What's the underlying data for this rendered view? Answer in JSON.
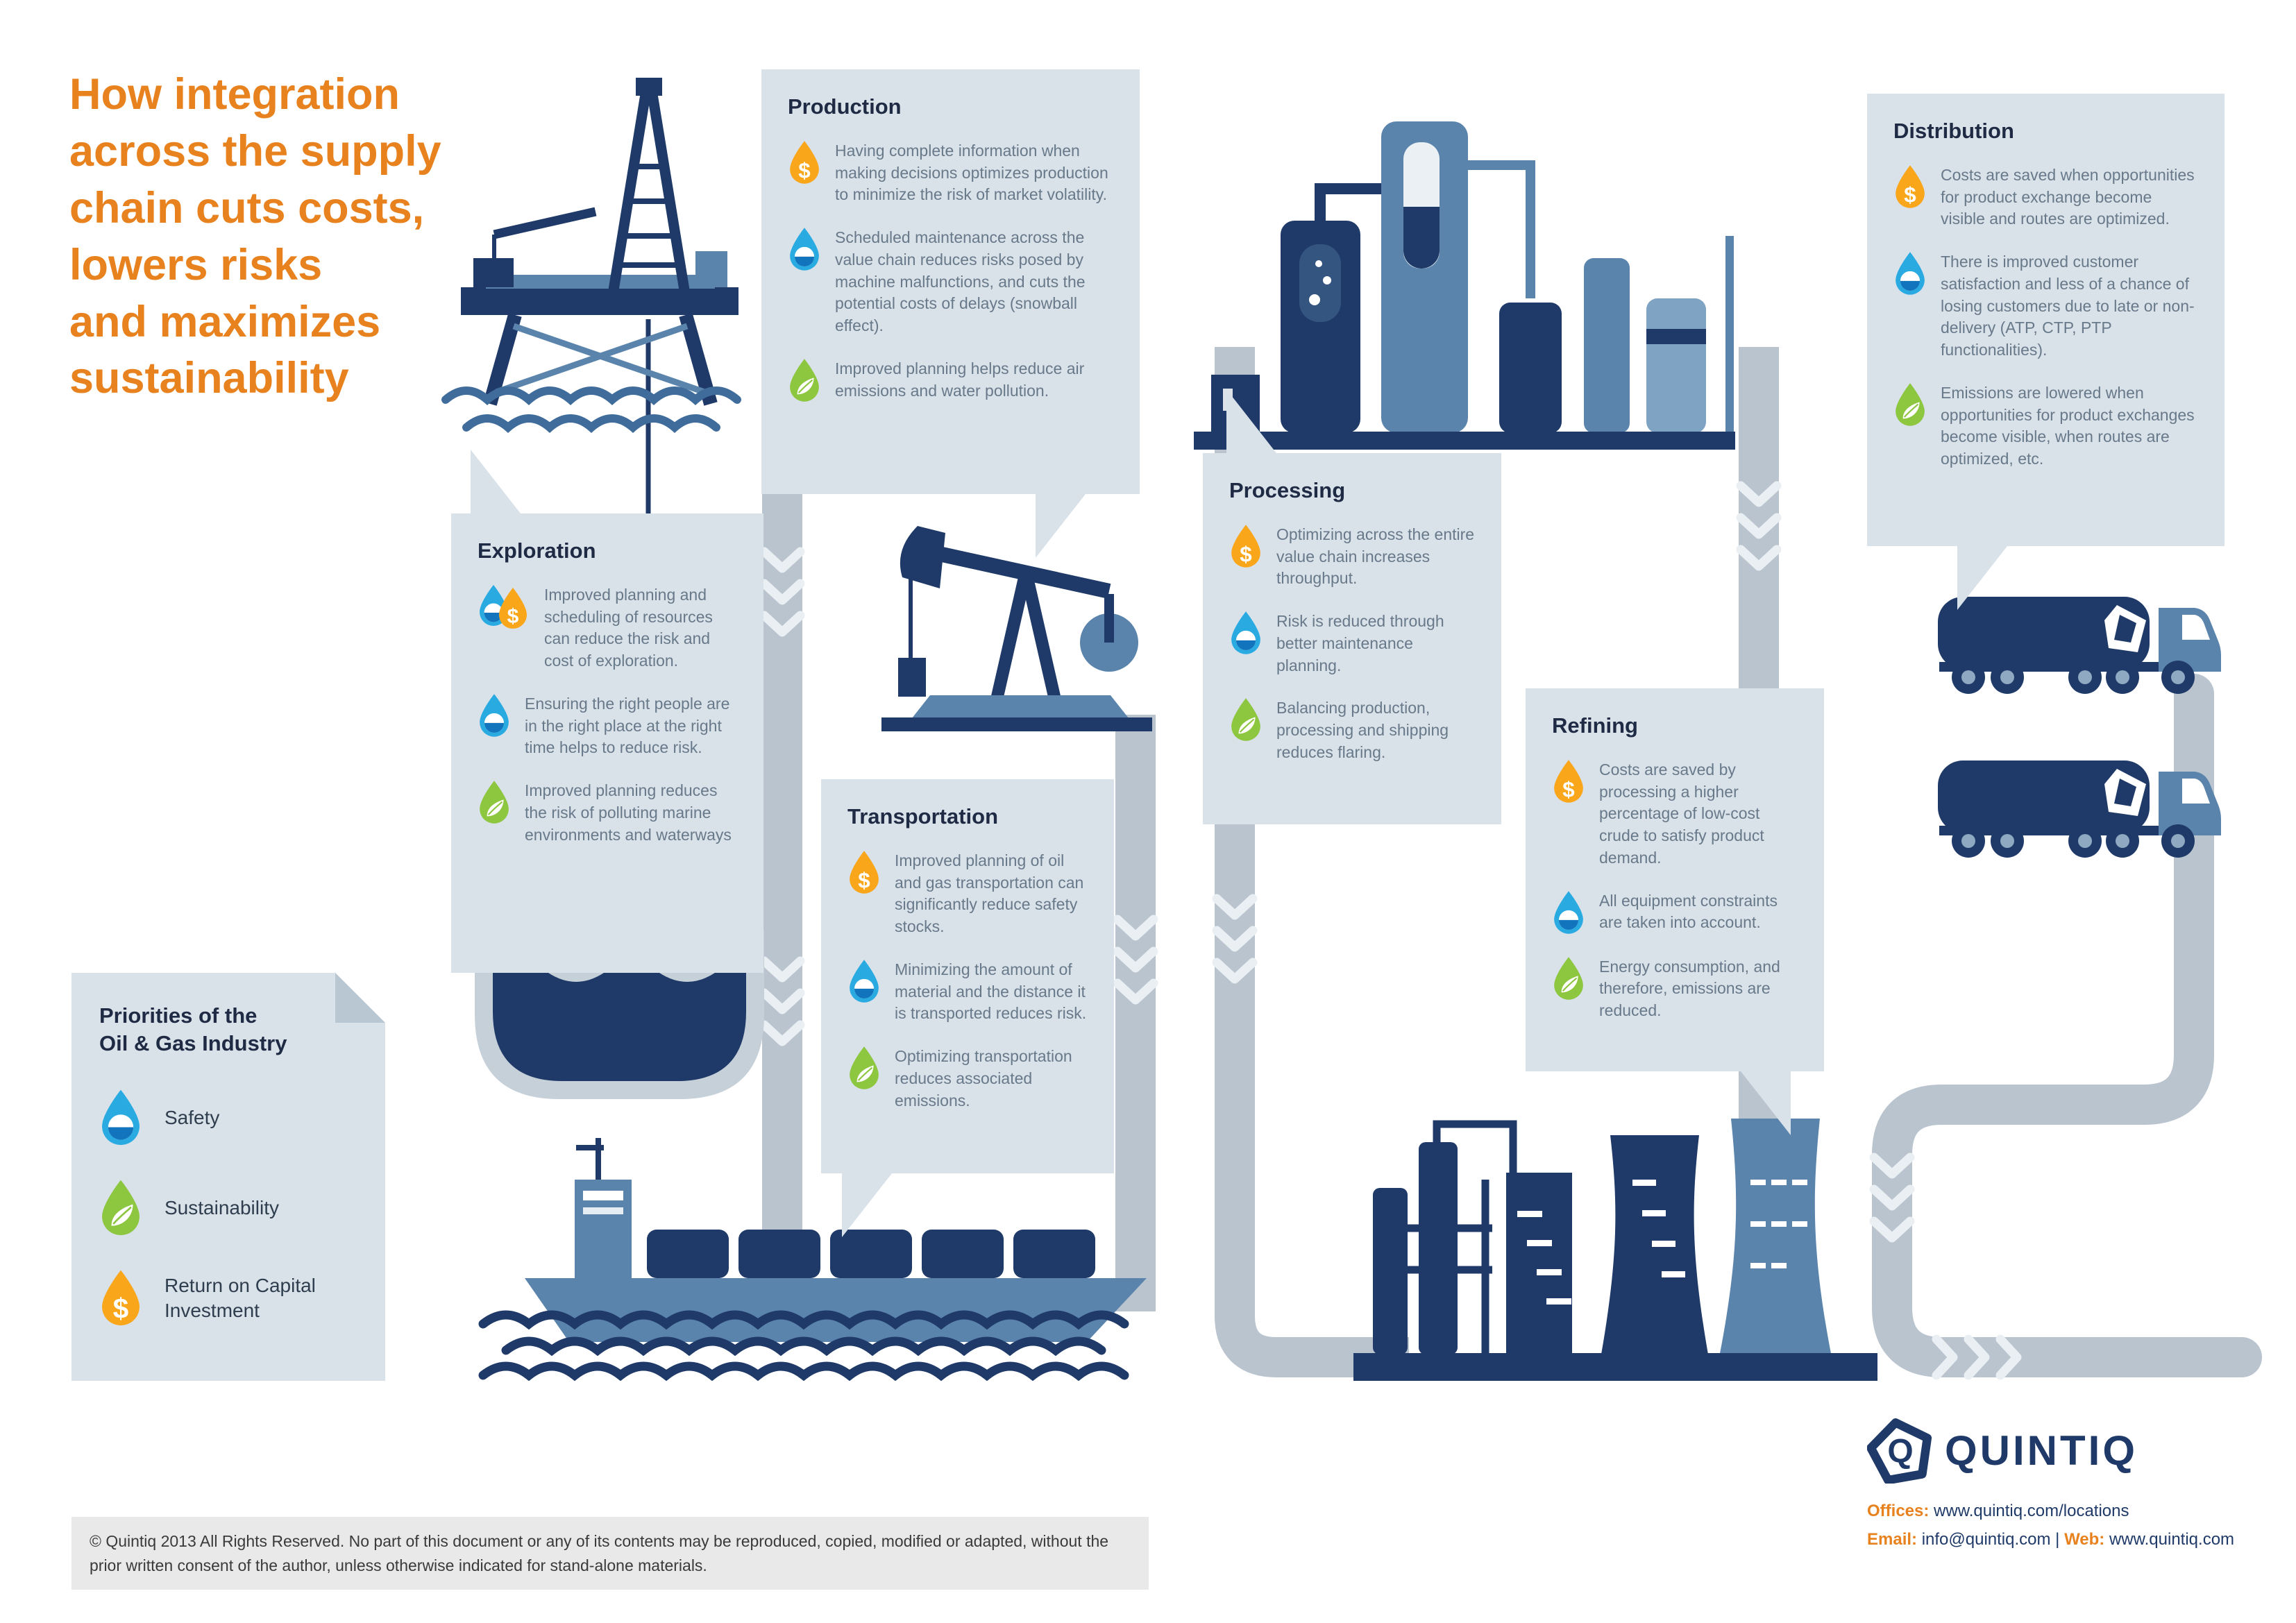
{
  "title": {
    "lines": [
      "How integration",
      "across the supply",
      "chain cuts costs,",
      "lowers risks",
      "and maximizes",
      "sustainability"
    ]
  },
  "sections": [
    {
      "id": "production",
      "heading": "Production",
      "items": [
        {
          "icon": "dollar-drop",
          "text": "Having complete information when making decisions optimizes production to minimize the risk of market volatility."
        },
        {
          "icon": "safety-drop",
          "text": "Scheduled maintenance across the value chain reduces risks posed by machine malfunctions, and cuts the potential costs of delays (snowball effect)."
        },
        {
          "icon": "leaf-drop",
          "text": "Improved planning helps reduce air emissions and water pollution."
        }
      ]
    },
    {
      "id": "exploration",
      "heading": "Exploration",
      "items": [
        {
          "icon": "safety-dollar-drop",
          "text": "Improved planning and scheduling of resources can reduce the risk and cost of exploration."
        },
        {
          "icon": "safety-drop",
          "text": "Ensuring the right people are in the right place at the right time helps to reduce risk."
        },
        {
          "icon": "leaf-drop",
          "text": "Improved planning reduces the risk of polluting marine environments and waterways"
        }
      ]
    },
    {
      "id": "processing",
      "heading": "Processing",
      "items": [
        {
          "icon": "dollar-drop",
          "text": "Optimizing across the entire value chain increases throughput."
        },
        {
          "icon": "safety-drop",
          "text": "Risk is reduced through better maintenance planning."
        },
        {
          "icon": "leaf-drop",
          "text": "Balancing production, processing and shipping reduces flaring."
        }
      ]
    },
    {
      "id": "transportation",
      "heading": "Transportation",
      "items": [
        {
          "icon": "dollar-drop",
          "text": "Improved planning of oil and gas transportation can significantly reduce safety stocks."
        },
        {
          "icon": "safety-drop",
          "text": "Minimizing the amount of material and the distance it is transported reduces risk."
        },
        {
          "icon": "leaf-drop",
          "text": "Optimizing transportation reduces associated emissions."
        }
      ]
    },
    {
      "id": "refining",
      "heading": "Refining",
      "items": [
        {
          "icon": "dollar-drop",
          "text": "Costs are saved by processing a higher percentage of low-cost crude to satisfy product demand."
        },
        {
          "icon": "safety-drop",
          "text": "All equipment constraints are taken into account."
        },
        {
          "icon": "leaf-drop",
          "text": "Energy consumption, and therefore, emissions are reduced."
        }
      ]
    },
    {
      "id": "distribution",
      "heading": "Distribution",
      "items": [
        {
          "icon": "dollar-drop",
          "text": "Costs are saved when opportunities for product exchange become visible and routes are optimized."
        },
        {
          "icon": "safety-drop",
          "text": "There is improved customer satisfaction and less of a chance of losing customers due to late or non-delivery (ATP, CTP, PTP functionalities)."
        },
        {
          "icon": "leaf-drop",
          "text": "Emissions are lowered when opportunities for product exchanges become visible, when routes are optimized, etc."
        }
      ]
    }
  ],
  "legend": {
    "heading_line1": "Priorities of the",
    "heading_line2": "Oil & Gas Industry",
    "items": [
      {
        "icon": "safety-drop",
        "label": "Safety"
      },
      {
        "icon": "leaf-drop",
        "label": "Sustainability"
      },
      {
        "icon": "dollar-drop",
        "label": "Return on Capital Investment"
      }
    ]
  },
  "footer": {
    "copyright": "© Quintiq 2013 All Rights Reserved. No part of this document or any of its contents may be reproduced, copied, modified or adapted, without the prior written consent of the author, unless otherwise indicated for stand-alone materials."
  },
  "brand": {
    "wordmark": "QUINTIQ",
    "offices_label": "Offices:",
    "offices_value": "www.quintiq.com/locations",
    "email_label": "Email:",
    "email_value": "info@quintiq.com",
    "separator": "|",
    "web_label": "Web:",
    "web_value": "www.quintiq.com"
  },
  "colors": {
    "accent_orange": "#E8821E",
    "navy": "#1F3A68",
    "steel_blue": "#5B84AC",
    "box_bg": "#D9E1E9",
    "pipe_gray": "#B9C4CE",
    "icon_blue": "#29ABE2",
    "icon_green": "#8DC63F",
    "icon_gold": "#F9A61B"
  }
}
